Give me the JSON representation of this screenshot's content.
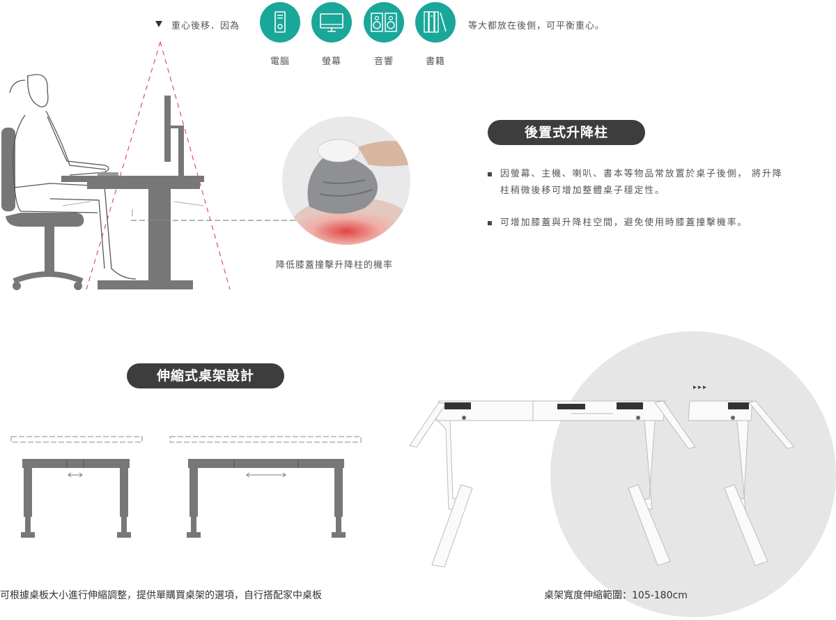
{
  "top_caption": {
    "prefix": "重心後移．因為",
    "suffix": "等大都放在後側，可平衡重心。"
  },
  "icons": [
    {
      "icon": "computer-tower-icon",
      "label": "電腦"
    },
    {
      "icon": "monitor-icon",
      "label": "螢幕"
    },
    {
      "icon": "speaker-icon",
      "label": "音響"
    },
    {
      "icon": "books-icon",
      "label": "書籍"
    }
  ],
  "knee_caption": "降低膝蓋撞擊升降柱的機率",
  "rear_column": {
    "title": "後置式升降柱",
    "bullets": [
      "因螢幕、主機、喇叭、書本等物品常放置於桌子後側， 將升降\n柱稍微後移可增加整體桌子穩定性。",
      "可增加膝蓋與升降柱空間，避免使用時膝蓋撞擊機率。"
    ]
  },
  "telescopic": {
    "title": "伸縮式桌架設計",
    "caption_left": "可根據桌板大小進行伸縮調整，提供單購買桌架的選項，自行搭配家中桌板",
    "caption_right": "桌架寬度伸縮範圍：105-180cm",
    "arrows": "▸▸▸"
  },
  "colors": {
    "teal": "#1aa79a",
    "dark": "#3d3d3d",
    "frame_gray": "#777777",
    "dashed_red": "#e05050",
    "circle_bg": "#e6e6e6"
  }
}
